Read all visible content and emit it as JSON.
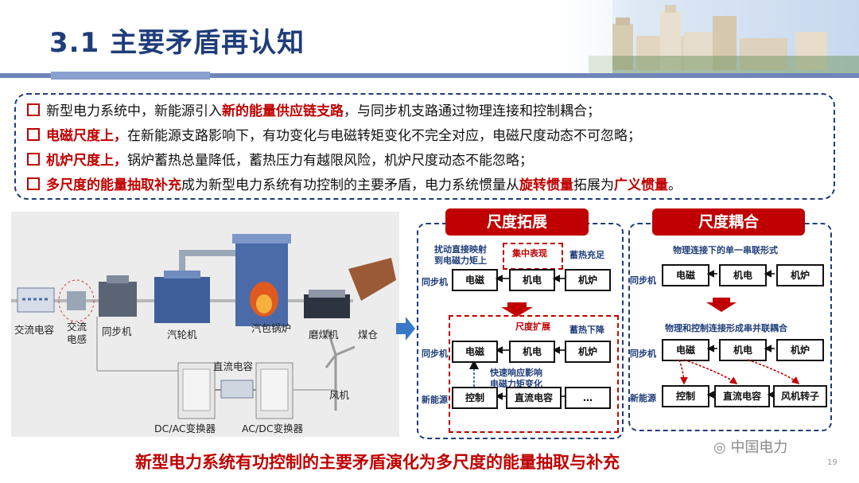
{
  "title": "3.1 主要矛盾再认知",
  "bullets": [
    {
      "parts": [
        {
          "t": "新型电力系统中，新能源引入",
          "red": false
        },
        {
          "t": "新的能量供应链支路",
          "red": true
        },
        {
          "t": "，与同步机支路通过物理连接和控制耦合；",
          "red": false
        }
      ]
    },
    {
      "parts": [
        {
          "t": "电磁尺度上，",
          "red": true
        },
        {
          "t": "在新能源支路影响下，有功变化与电磁转矩变化不完全对应，电磁尺度动态不可忽略；",
          "red": false
        }
      ]
    },
    {
      "parts": [
        {
          "t": "机炉尺度上，",
          "red": true
        },
        {
          "t": "锅炉蓄热总量降低，蓄热压力有越限风险，机炉尺度动态不能忽略；",
          "red": false
        }
      ]
    },
    {
      "parts": [
        {
          "t": "多尺度的能量抽取补充",
          "red": true
        },
        {
          "t": "成为新型电力系统有功控制的主要矛盾，电力系统惯量从",
          "red": false
        },
        {
          "t": "旋转惯量",
          "red": true
        },
        {
          "t": "拓展为",
          "red": false
        },
        {
          "t": "广义惯量",
          "red": true
        },
        {
          "t": "。",
          "red": false
        }
      ]
    }
  ],
  "scene": {
    "ac_cap": "交流电容",
    "ac_ind_1": "交流",
    "ac_ind_2": "电感",
    "sync_machine": "同步机",
    "turbine": "汽轮机",
    "boiler": "汽包锅炉",
    "mill": "磨煤机",
    "coal_bin": "煤仓",
    "dc_cap": "直流电容",
    "wind": "风机",
    "dcac": "DC/AC变换器",
    "acdc": "AC/DC变换器"
  },
  "panel1": {
    "banner": "尺度拓展",
    "note_disturb_1": "扰动直接映射",
    "note_disturb_2": "到电磁力矩上",
    "note_focus": "集中表现",
    "note_heat": "蓄热充足",
    "row_sync_top": "同步机",
    "b_em": "电磁",
    "b_me": "机电",
    "b_boiler": "机炉",
    "note_ext": "尺度扩展",
    "note_heat_down": "蓄热下降",
    "row_sync_bot": "同步机",
    "b2_em": "电磁",
    "b2_me": "机电",
    "b2_boiler": "机炉",
    "note_fast_1": "快速响应影响",
    "note_fast_2": "电磁力矩变化",
    "row_new": "新能源",
    "b_ctrl": "控制",
    "b_dccap": "直流电容",
    "b_dots": "…"
  },
  "panel2": {
    "banner": "尺度耦合",
    "note_series": "物理连接下的单一串联形式",
    "row_sync_top": "同步机",
    "b_em": "电磁",
    "b_me": "机电",
    "b_boiler": "机炉",
    "note_parallel": "物理和控制连接形成串并联耦合",
    "row_sync_bot": "同步机",
    "b2_em": "电磁",
    "b2_me": "机电",
    "b2_boiler": "机炉",
    "row_new": "新能源",
    "b_ctrl": "控制",
    "b_dccap": "直流电容",
    "b_rotor": "风机转子"
  },
  "bottom": "新型电力系统有功控制的主要矛盾演化为多尺度的能量抽取与补充",
  "watermark": "中国电力",
  "page_number": "19",
  "colors": {
    "accent": "#c00000",
    "navy": "#1f3d7a"
  }
}
